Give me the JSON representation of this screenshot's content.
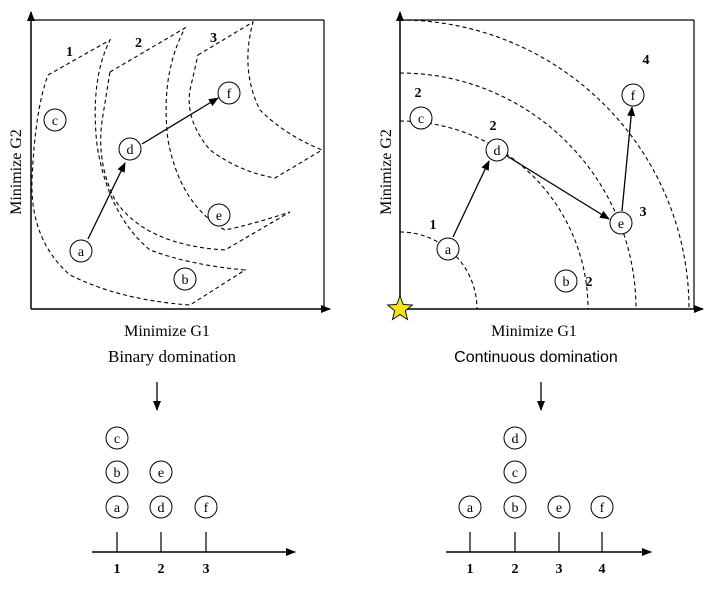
{
  "left_panel": {
    "x_axis_label": "Minimize G1",
    "y_axis_label": "Minimize G2",
    "caption": "Binary domination",
    "front_labels": [
      "1",
      "2",
      "3"
    ],
    "nodes": [
      "a",
      "b",
      "c",
      "d",
      "e",
      "f"
    ],
    "path": [
      "a",
      "d",
      "f"
    ],
    "bottom_stacks": [
      {
        "rank": "1",
        "items": [
          "a",
          "b",
          "c"
        ]
      },
      {
        "rank": "2",
        "items": [
          "d",
          "e"
        ]
      },
      {
        "rank": "3",
        "items": [
          "f"
        ]
      }
    ]
  },
  "right_panel": {
    "x_axis_label": "Minimize G1",
    "y_axis_label": "Minimize G2",
    "caption": "Continuous domination",
    "nodes": [
      {
        "id": "a",
        "rank": "1"
      },
      {
        "id": "b",
        "rank": "2"
      },
      {
        "id": "c",
        "rank": "2"
      },
      {
        "id": "d",
        "rank": "2"
      },
      {
        "id": "e",
        "rank": "3"
      },
      {
        "id": "f",
        "rank": "4"
      }
    ],
    "path": [
      "a",
      "d",
      "e",
      "f"
    ],
    "bottom_stacks": [
      {
        "rank": "1",
        "items": [
          "a"
        ]
      },
      {
        "rank": "2",
        "items": [
          "b",
          "c",
          "d"
        ]
      },
      {
        "rank": "3",
        "items": [
          "e"
        ]
      },
      {
        "rank": "4",
        "items": [
          "f"
        ]
      }
    ],
    "origin_marker": "star-icon",
    "origin_marker_color": "#f5e11a"
  }
}
